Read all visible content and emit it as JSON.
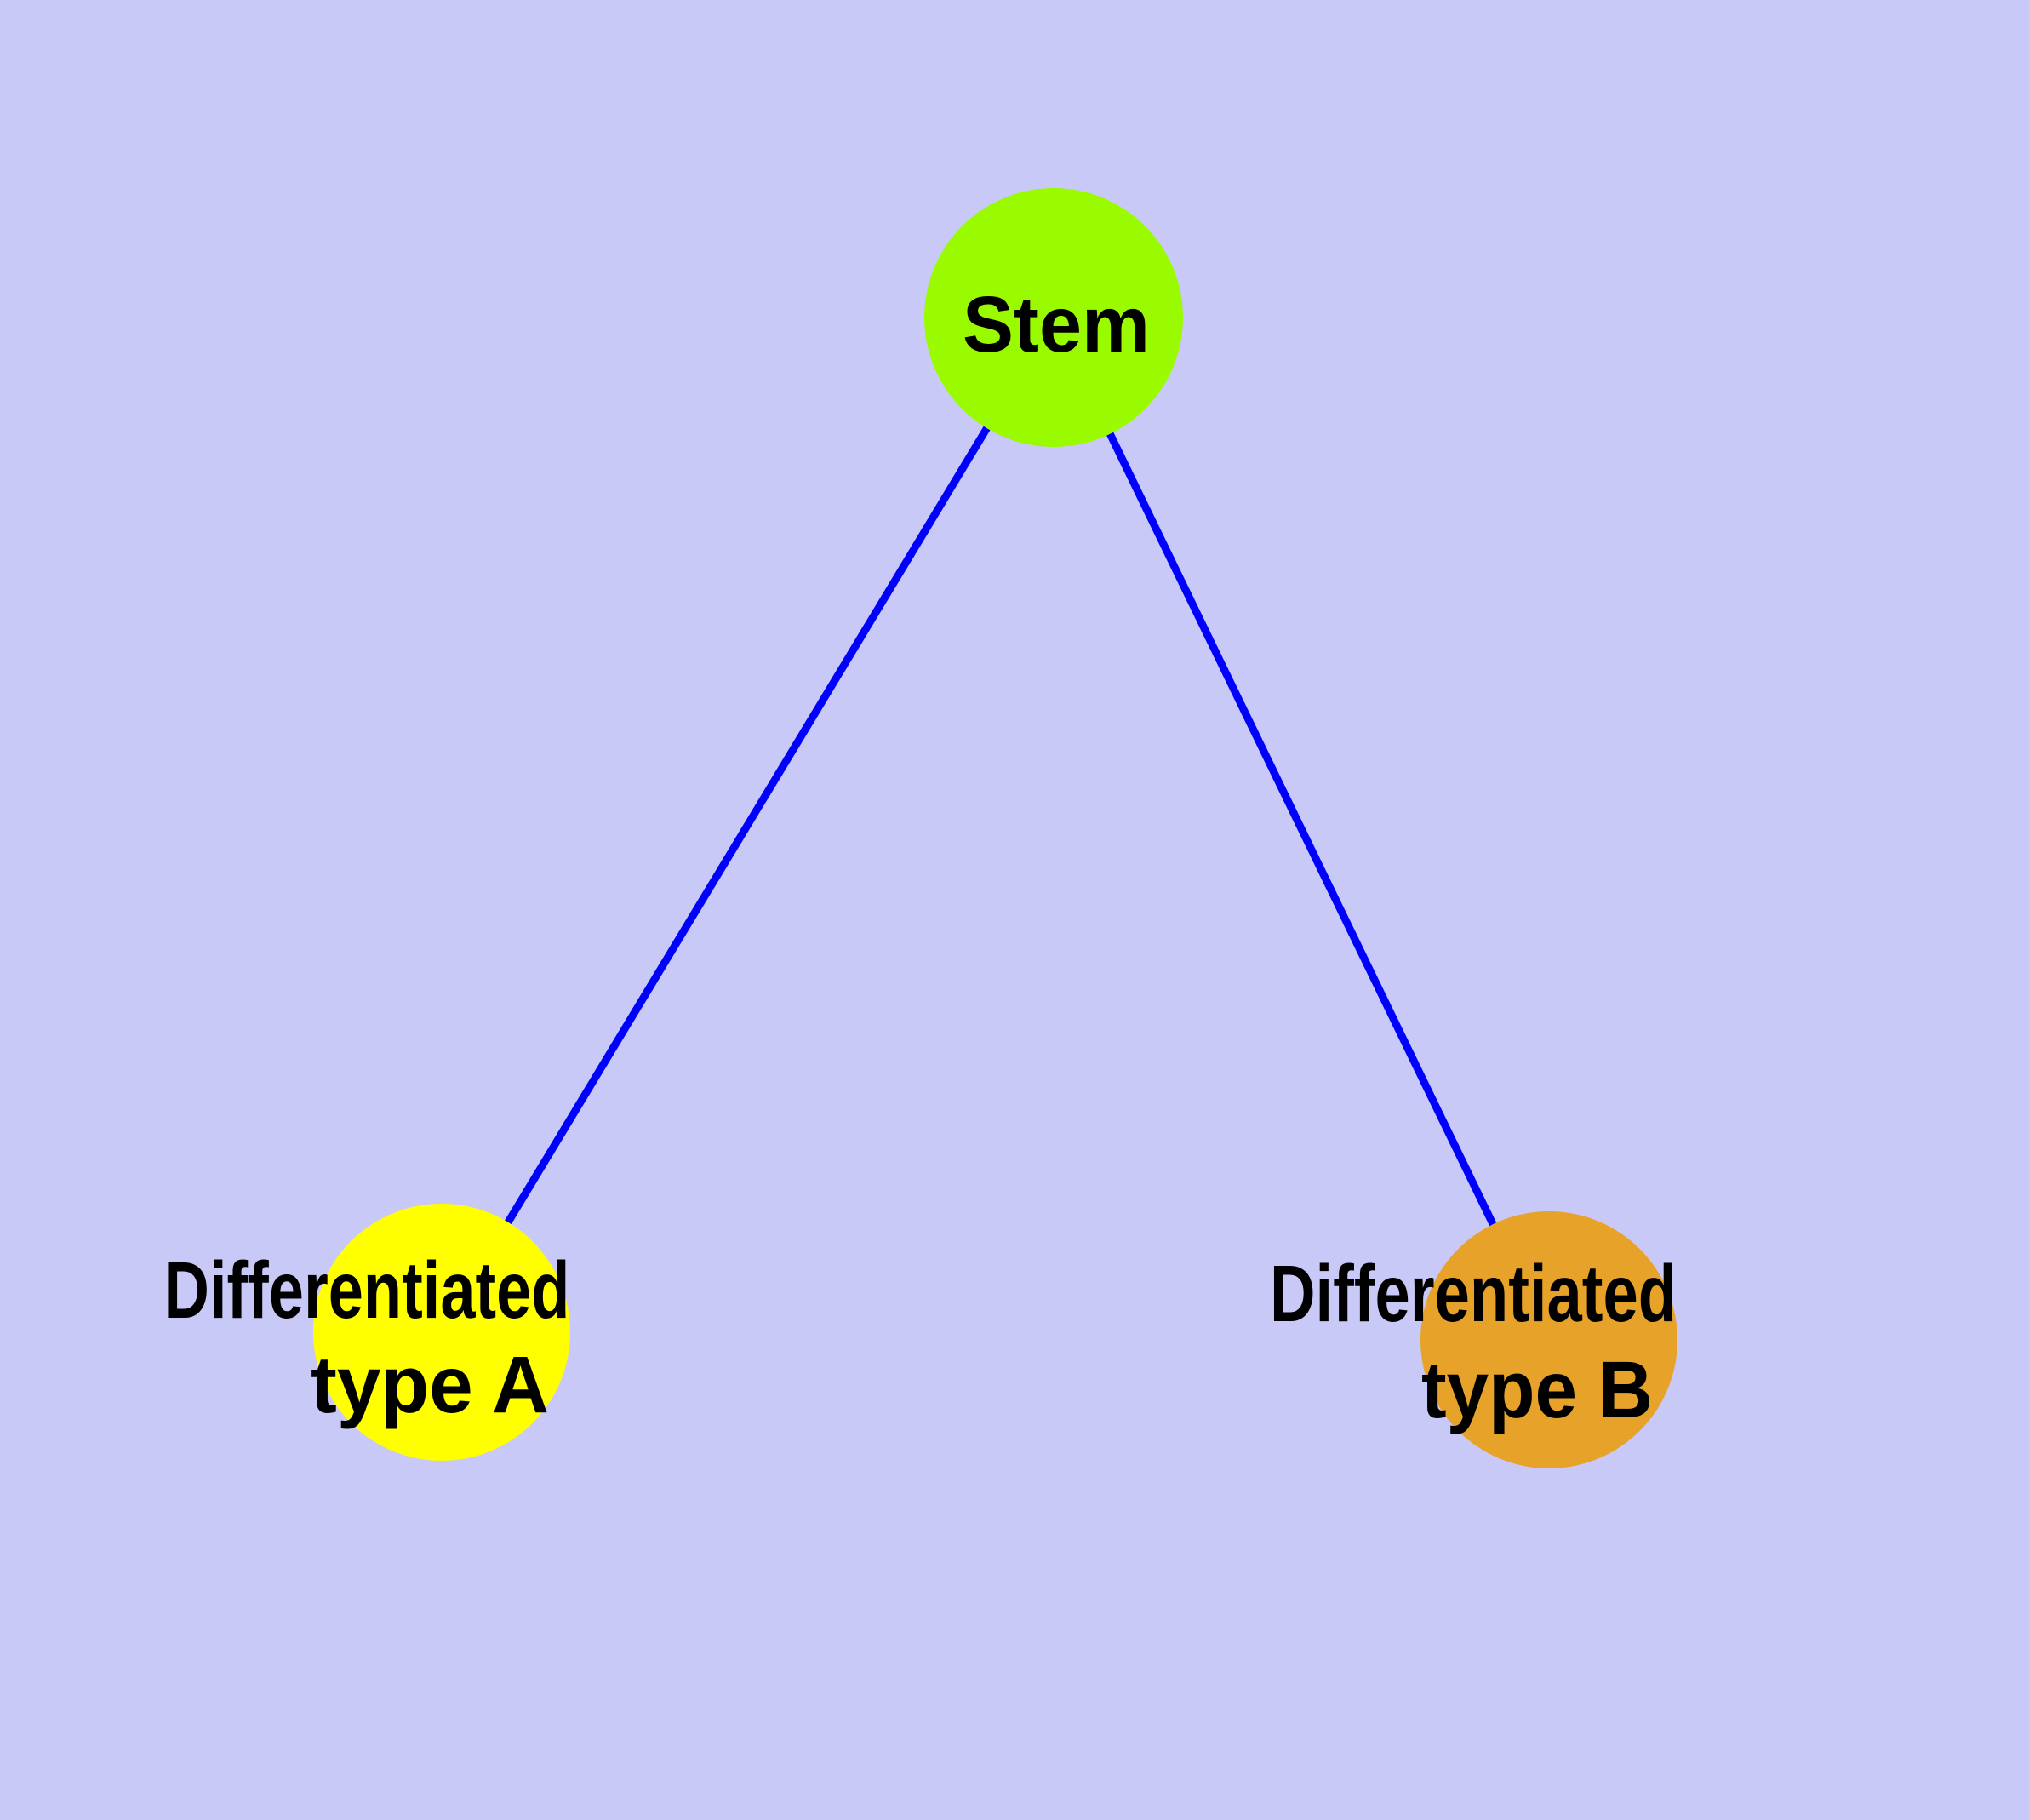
{
  "diagram": {
    "background_color": "#C9C9F7",
    "edge_color": "#0000FF",
    "node_border_color": "#7C7C7C",
    "label_color": "#000000",
    "nodes": [
      {
        "id": "stem",
        "label": "Stem",
        "fill": "#9AFB00"
      },
      {
        "id": "differentiated-type-a",
        "label": "Differentiated type A",
        "label_line1": "Differentiated",
        "label_line2": "type A",
        "fill": "#FFFF00"
      },
      {
        "id": "differentiated-type-b",
        "label": "Differentiated type B",
        "label_line1": "Differentiated",
        "label_line2": "type B",
        "fill": "#E7A229"
      }
    ],
    "edges": [
      {
        "from": "stem",
        "to": "differentiated-type-a"
      },
      {
        "from": "stem",
        "to": "differentiated-type-b"
      }
    ]
  }
}
